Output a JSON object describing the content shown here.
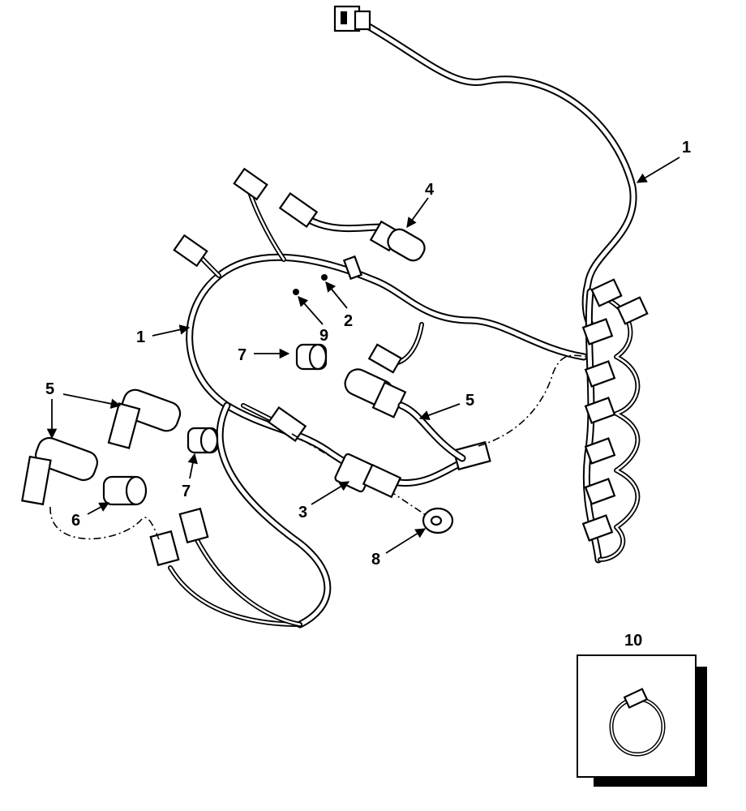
{
  "callouts": {
    "harness_upper": "1",
    "harness_lower": "1",
    "screw": "2",
    "sensor_3": "3",
    "sensor_4": "4",
    "sensor_5_left": "5",
    "sensor_5_right": "5",
    "cap_6": "6",
    "ring_7_upper": "7",
    "ring_7_lower": "7",
    "nut_8": "8",
    "washer_9": "9",
    "clamp_10": "10"
  }
}
